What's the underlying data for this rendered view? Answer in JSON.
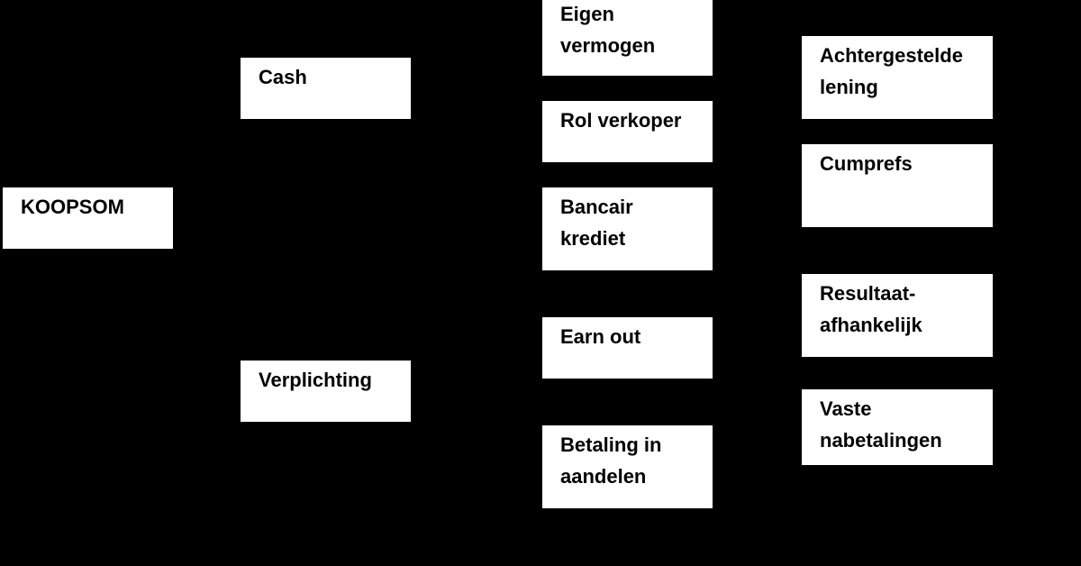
{
  "diagram": {
    "root": {
      "label": "KOOPSOM"
    },
    "level1": {
      "cash": {
        "label": "Cash"
      },
      "verplichting": {
        "label": "Verplichting"
      }
    },
    "level2": {
      "eigen_vermogen": {
        "label": "Eigen\nvermogen"
      },
      "rol_verkoper": {
        "label": "Rol verkoper"
      },
      "bancair_krediet": {
        "label": "Bancair\nkrediet"
      },
      "earn_out": {
        "label": "Earn out"
      },
      "betaling_in_aandelen": {
        "label": "Betaling in\naandelen"
      }
    },
    "level3": {
      "achtergestelde_lening": {
        "label": "Achtergestelde\nlening"
      },
      "cumprefs": {
        "label": "Cumprefs"
      },
      "resultaatafhankelijk": {
        "label": "Resultaat-\nafhankelijk"
      },
      "vaste_nabetalingen": {
        "label": "Vaste\nnabetalingen"
      }
    }
  }
}
